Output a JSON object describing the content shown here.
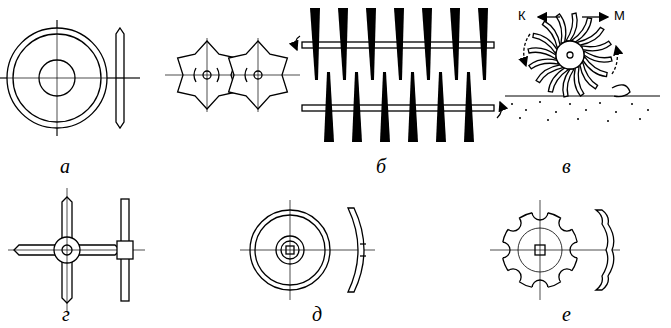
{
  "diagram": {
    "labels": [
      "К",
      "М",
      "а",
      "б",
      "в",
      "г",
      "д",
      "е"
    ]
  }
}
